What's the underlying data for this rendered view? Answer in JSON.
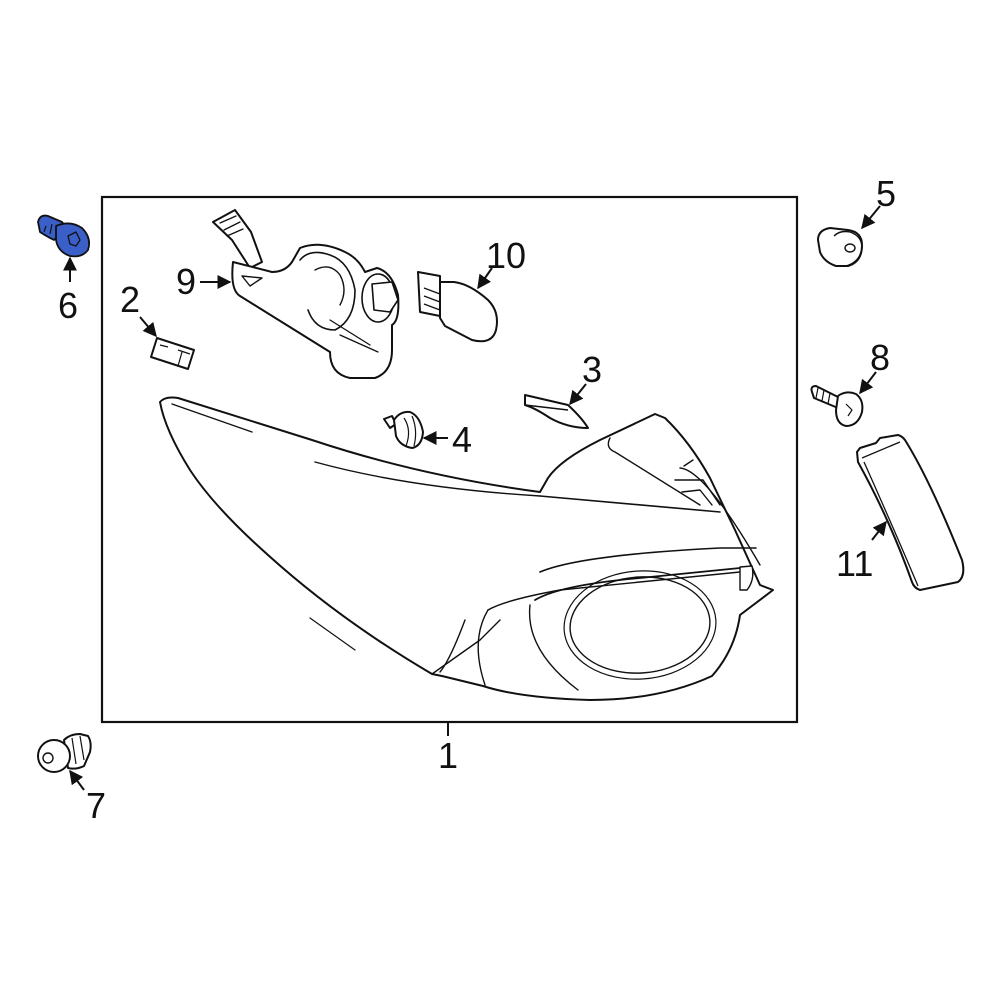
{
  "diagram": {
    "title": "Headlamp assembly exploded parts diagram",
    "highlight_color": "#3a5fc8",
    "line_color": "#111111",
    "background": "#ffffff"
  },
  "callouts": [
    {
      "id": "1",
      "label": "1",
      "part": "headlamp-assembly"
    },
    {
      "id": "2",
      "label": "2",
      "part": "small-rectangular-pad"
    },
    {
      "id": "3",
      "label": "3",
      "part": "trim-insert"
    },
    {
      "id": "4",
      "label": "4",
      "part": "push-clip-grommet"
    },
    {
      "id": "5",
      "label": "5",
      "part": "nut-retainer"
    },
    {
      "id": "6",
      "label": "6",
      "part": "mounting-screw",
      "highlighted": true
    },
    {
      "id": "7",
      "label": "7",
      "part": "push-pin-retainer"
    },
    {
      "id": "8",
      "label": "8",
      "part": "bolt"
    },
    {
      "id": "9",
      "label": "9",
      "part": "socket-and-wiring"
    },
    {
      "id": "10",
      "label": "10",
      "part": "bulb"
    },
    {
      "id": "11",
      "label": "11",
      "part": "cover-panel"
    }
  ]
}
